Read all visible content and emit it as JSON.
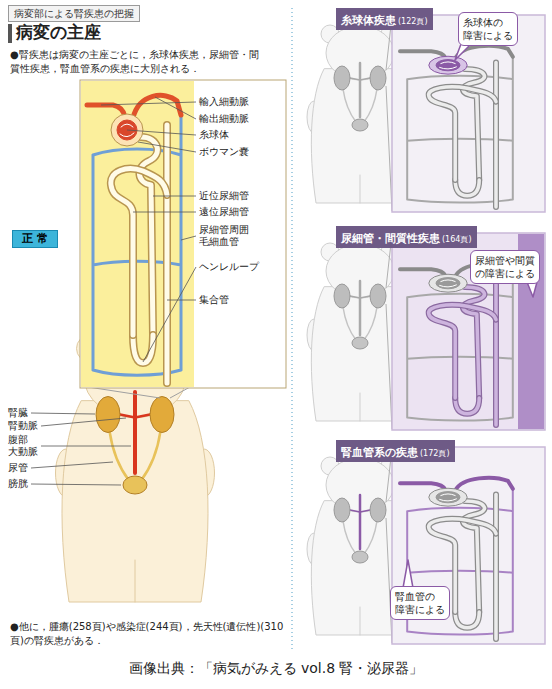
{
  "diagram": {
    "title": "病変の主座",
    "caption": "画像出典：「病気がみえる vol.8 腎・泌尿器」",
    "nodes": [
      {
        "text": [
          "病変部による腎疾患の把握"
        ]
      },
      {
        "text": [
          "正 常"
        ]
      },
      {
        "text": [
          "糸球体疾患",
          "(122頁)"
        ]
      },
      {
        "text": [
          "糸球体の 障害による"
        ]
      },
      {
        "text": [
          "尿細管・間質性疾患",
          "(164頁)"
        ]
      },
      {
        "text": [
          "尿細管や間質 の障害による"
        ]
      },
      {
        "text": [
          "腎血管系の疾患",
          "(172頁)"
        ]
      },
      {
        "text": [
          "腎血管の 障害による"
        ]
      }
    ],
    "labels": [
      "●腎疾患は病変の主座ごとに，糸球体疾患，尿細管・間質性疾患，腎血管系の疾患に大別される．",
      "輸入細動脈",
      "輸出細動脈",
      "糸球体",
      "ボウマン嚢",
      "近位尿細管",
      "遠位尿細管",
      "尿細管周囲 毛細血管",
      "ヘンレループ",
      "集合管",
      "腎臓",
      "腎動脈",
      "腹部 大動脈",
      "尿管",
      "膀胱",
      "●他に，腫瘍(258頁)や感染症(244頁)，先天性(遺伝性)(310頁)の腎疾患がある．"
    ]
  }
}
